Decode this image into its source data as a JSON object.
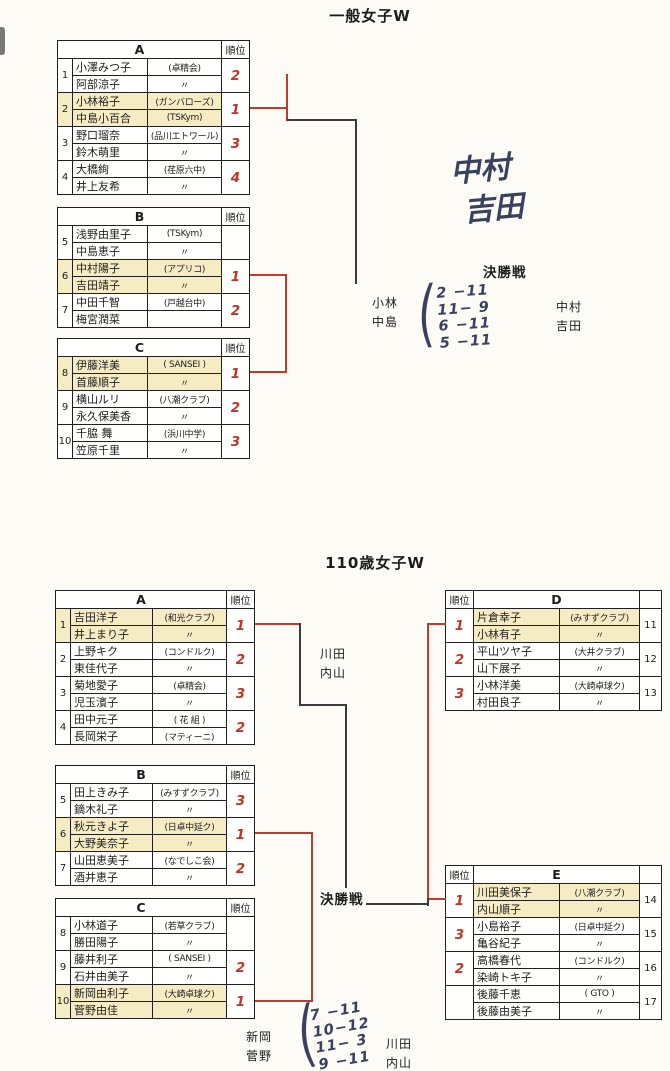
{
  "shared": {
    "rank_header": "順位",
    "paren": "("
  },
  "top": {
    "title": "一般女子W",
    "groups": [
      {
        "label": "A",
        "pairs": [
          {
            "seed": "1",
            "rows": [
              {
                "name": "小澤みつ子",
                "club": "(卓精会)"
              },
              {
                "name": "阿部涼子",
                "club": "〃"
              }
            ],
            "rank": "2",
            "win": false
          },
          {
            "seed": "2",
            "rows": [
              {
                "name": "小林裕子",
                "club": "(ガンバローズ)"
              },
              {
                "name": "中島小百合",
                "club": "(TSKym)"
              }
            ],
            "rank": "1",
            "win": true
          },
          {
            "seed": "3",
            "rows": [
              {
                "name": "野口瑠奈",
                "club": "(品川エトワール)"
              },
              {
                "name": "鈴木萌里",
                "club": "〃"
              }
            ],
            "rank": "3",
            "win": false
          },
          {
            "seed": "4",
            "rows": [
              {
                "name": "大橋絢",
                "club": "(荏原六中)"
              },
              {
                "name": "井上友希",
                "club": "〃"
              }
            ],
            "rank": "4",
            "win": false
          }
        ]
      },
      {
        "label": "B",
        "pairs": [
          {
            "seed": "5",
            "rows": [
              {
                "name": "浅野由里子",
                "club": "(TSKym)"
              },
              {
                "name": "中島恵子",
                "club": "〃"
              }
            ],
            "rank": "",
            "win": false
          },
          {
            "seed": "6",
            "rows": [
              {
                "name": "中村陽子",
                "club": "(アプリコ)"
              },
              {
                "name": "吉田靖子",
                "club": "〃"
              }
            ],
            "rank": "1",
            "win": true
          },
          {
            "seed": "7",
            "rows": [
              {
                "name": "中田千智",
                "club": "(戸越台中)"
              },
              {
                "name": "梅宮潤菜",
                "club": ""
              }
            ],
            "rank": "2",
            "win": false
          }
        ]
      },
      {
        "label": "C",
        "pairs": [
          {
            "seed": "8",
            "rows": [
              {
                "name": "伊藤洋美",
                "club": "( SANSEI )"
              },
              {
                "name": "首藤順子",
                "club": "〃"
              }
            ],
            "rank": "1",
            "win": true
          },
          {
            "seed": "9",
            "rows": [
              {
                "name": "横山ルリ",
                "club": "(八潮クラブ)"
              },
              {
                "name": "永久保美香",
                "club": "〃"
              }
            ],
            "rank": "2",
            "win": false
          },
          {
            "seed": "10",
            "rows": [
              {
                "name": "千脇 舞",
                "club": "(浜川中学)"
              },
              {
                "name": "笠原千里",
                "club": "〃"
              }
            ],
            "rank": "3",
            "win": false
          }
        ]
      }
    ],
    "final": {
      "label": "決勝戦",
      "left1": "小林",
      "left2": "中島",
      "right1": "中村",
      "right2": "吉田",
      "scores": [
        "2 −11",
        "11− 9",
        "6 −11",
        "5 −11"
      ]
    },
    "champion_note": {
      "line1": "中村",
      "line2": "吉田"
    }
  },
  "bottom": {
    "title": "110歳女子W",
    "groups": [
      {
        "label": "A",
        "pairs": [
          {
            "seed": "1",
            "rows": [
              {
                "name": "吉田洋子",
                "club": "(和光クラブ)"
              },
              {
                "name": "井上まり子",
                "club": "〃"
              }
            ],
            "rank": "1",
            "win": true
          },
          {
            "seed": "2",
            "rows": [
              {
                "name": "上野キク",
                "club": "(コンドルク)"
              },
              {
                "name": "東佳代子",
                "club": "〃"
              }
            ],
            "rank": "2",
            "win": false
          },
          {
            "seed": "3",
            "rows": [
              {
                "name": "菊地愛子",
                "club": "(卓精会)"
              },
              {
                "name": "児玉濱子",
                "club": "〃"
              }
            ],
            "rank": "3",
            "win": false
          },
          {
            "seed": "4",
            "rows": [
              {
                "name": "田中元子",
                "club": "( 花 組 )"
              },
              {
                "name": "長岡栄子",
                "club": "(マティーニ)"
              }
            ],
            "rank": "2",
            "win": false
          }
        ]
      },
      {
        "label": "B",
        "pairs": [
          {
            "seed": "5",
            "rows": [
              {
                "name": "田上きみ子",
                "club": "(みすずクラブ)"
              },
              {
                "name": "鏑木礼子",
                "club": "〃"
              }
            ],
            "rank": "3",
            "win": false
          },
          {
            "seed": "6",
            "rows": [
              {
                "name": "秋元きよ子",
                "club": "(日卓中延ク)"
              },
              {
                "name": "大野美奈子",
                "club": "〃"
              }
            ],
            "rank": "1",
            "win": true
          },
          {
            "seed": "7",
            "rows": [
              {
                "name": "山田恵美子",
                "club": "(なでしこ会)"
              },
              {
                "name": "酒井恵子",
                "club": "〃"
              }
            ],
            "rank": "2",
            "win": false
          }
        ]
      },
      {
        "label": "C",
        "pairs": [
          {
            "seed": "8",
            "rows": [
              {
                "name": "小林道子",
                "club": "(若草クラブ)"
              },
              {
                "name": "勝田陽子",
                "club": "〃"
              }
            ],
            "rank": "",
            "win": false
          },
          {
            "seed": "9",
            "rows": [
              {
                "name": "藤井利子",
                "club": "( SANSEI )"
              },
              {
                "name": "石井由美子",
                "club": "〃"
              }
            ],
            "rank": "2",
            "win": false
          },
          {
            "seed": "10",
            "rows": [
              {
                "name": "新岡由利子",
                "club": "(大崎卓球ク)"
              },
              {
                "name": "菅野由佳",
                "club": "〃"
              }
            ],
            "rank": "1",
            "win": true
          }
        ]
      },
      {
        "label": "D",
        "pairs": [
          {
            "seed": "11",
            "rows": [
              {
                "name": "片倉幸子",
                "club": "(みすずクラブ)"
              },
              {
                "name": "小林有子",
                "club": "〃"
              }
            ],
            "rank": "1",
            "win": true
          },
          {
            "seed": "12",
            "rows": [
              {
                "name": "平山ツヤ子",
                "club": "(大井クラブ)"
              },
              {
                "name": "山下展子",
                "club": "〃"
              }
            ],
            "rank": "2",
            "win": false
          },
          {
            "seed": "13",
            "rows": [
              {
                "name": "小林洋美",
                "club": "(大崎卓球ク)"
              },
              {
                "name": "村田良子",
                "club": "〃"
              }
            ],
            "rank": "3",
            "win": false
          }
        ]
      },
      {
        "label": "E",
        "pairs": [
          {
            "seed": "14",
            "rows": [
              {
                "name": "川田美保子",
                "club": "(八潮クラブ)"
              },
              {
                "name": "内山順子",
                "club": "〃"
              }
            ],
            "rank": "1",
            "win": true
          },
          {
            "seed": "15",
            "rows": [
              {
                "name": "小島裕子",
                "club": "(日卓中延ク)"
              },
              {
                "name": "亀谷紀子",
                "club": "〃"
              }
            ],
            "rank": "3",
            "win": false
          },
          {
            "seed": "16",
            "rows": [
              {
                "name": "高橋春代",
                "club": "(コンドルク)"
              },
              {
                "name": "染崎トキ子",
                "club": "〃"
              }
            ],
            "rank": "2",
            "win": false
          },
          {
            "seed": "17",
            "rows": [
              {
                "name": "後藤千恵",
                "club": "( GTO )"
              },
              {
                "name": "後藤由美子",
                "club": "〃"
              }
            ],
            "rank": "",
            "win": false
          }
        ]
      }
    ],
    "advance_note": {
      "line1": "川田",
      "line2": "内山"
    },
    "final": {
      "label": "決勝戦",
      "left1": "新岡",
      "left2": "菅野",
      "right1": "川田",
      "right2": "内山",
      "scores": [
        "7 −11",
        "10−12",
        "11− 3",
        "9 −11"
      ]
    }
  }
}
